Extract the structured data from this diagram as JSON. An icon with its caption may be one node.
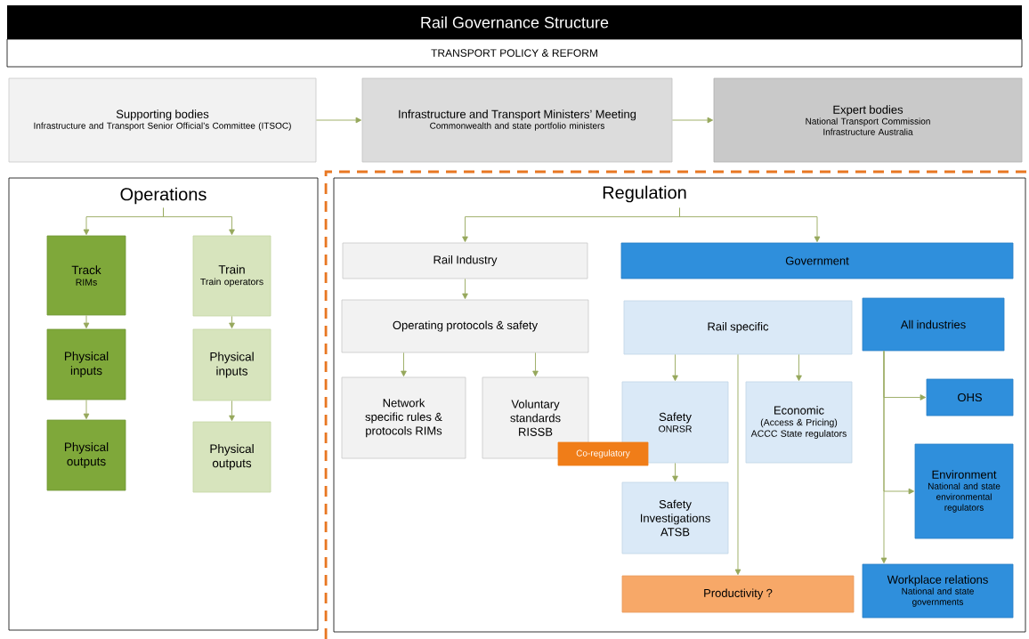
{
  "diagram": {
    "title": "Rail Governance Structure",
    "nodes": [
      {
        "text": [
          "TRANSPORT POLICY & REFORM"
        ]
      },
      {
        "text": [
          "Supporting bodies",
          "Infrastructure and Transport Senior Official’s Committee (ITSOC)"
        ]
      },
      {
        "text": [
          "Infrastructure and Transport Ministers’ Meeting",
          "Commonwealth and state portfolio ministers"
        ]
      },
      {
        "text": [
          "Expert bodies",
          "National Transport Commission Infrastructure Australia"
        ]
      },
      {
        "text": [
          "Operations"
        ]
      },
      {
        "text": [
          "Track",
          "RIMs"
        ],
        "in": 4
      },
      {
        "text": [
          "Physical inputs"
        ],
        "in": 4
      },
      {
        "text": [
          "Physical outputs"
        ],
        "in": 4
      },
      {
        "text": [
          "Train",
          "Train operators"
        ],
        "in": 4
      },
      {
        "text": [
          "Physical inputs"
        ],
        "in": 4
      },
      {
        "text": [
          "Physical outputs"
        ],
        "in": 4
      },
      {
        "text": [
          "Regulation"
        ]
      },
      {
        "text": [
          "Rail Industry"
        ],
        "in": 11
      },
      {
        "text": [
          "Operating protocols & safety"
        ],
        "in": 11
      },
      {
        "text": [
          "Network specific rules & protocols RIMs"
        ],
        "in": 11
      },
      {
        "text": [
          "Voluntary standards RISSB"
        ],
        "in": 11
      },
      {
        "text": [
          "Co-regulatory"
        ],
        "in": 11
      },
      {
        "text": [
          "Government"
        ],
        "in": 11
      },
      {
        "text": [
          "Rail specific"
        ],
        "in": 11
      },
      {
        "text": [
          "Safety",
          "ONRSR"
        ],
        "in": 11
      },
      {
        "text": [
          "Economic",
          "(Access & Pricing) ACCC State regulators"
        ],
        "in": 11
      },
      {
        "text": [
          "Safety Investigations ATSB"
        ],
        "in": 11
      },
      {
        "text": [
          "Productivity ?"
        ],
        "in": 11
      },
      {
        "text": [
          "All industries"
        ],
        "in": 11
      },
      {
        "text": [
          "OHS"
        ],
        "in": 11
      },
      {
        "text": [
          "Environment",
          "National and state environmental regulators"
        ],
        "in": 11
      },
      {
        "text": [
          "Workplace relations",
          "National and state governments"
        ],
        "in": 11
      }
    ],
    "edges": [
      {
        "from": 1,
        "to": 2,
        "arrow": "to"
      },
      {
        "from": 2,
        "to": 3,
        "arrow": "to"
      },
      {
        "from": 4,
        "to": 5,
        "arrow": "to"
      },
      {
        "from": 4,
        "to": 8,
        "arrow": "to"
      },
      {
        "from": 5,
        "to": 6,
        "arrow": "to"
      },
      {
        "from": 6,
        "to": 7,
        "arrow": "to"
      },
      {
        "from": 8,
        "to": 9,
        "arrow": "to"
      },
      {
        "from": 9,
        "to": 10,
        "arrow": "to"
      },
      {
        "from": 11,
        "to": 12,
        "arrow": "to"
      },
      {
        "from": 11,
        "to": 17,
        "arrow": "to"
      },
      {
        "from": 12,
        "to": 13,
        "arrow": "to"
      },
      {
        "from": 13,
        "to": 14,
        "arrow": "to"
      },
      {
        "from": 13,
        "to": 15,
        "arrow": "to"
      },
      {
        "from": 18,
        "to": 19,
        "arrow": "to"
      },
      {
        "from": 18,
        "to": 20,
        "arrow": "to"
      },
      {
        "from": 18,
        "to": 22,
        "arrow": "to"
      },
      {
        "from": 19,
        "to": 21,
        "arrow": "to"
      },
      {
        "from": 23,
        "to": 24,
        "arrow": "to"
      },
      {
        "from": 23,
        "to": 25,
        "arrow": "to"
      },
      {
        "from": 23,
        "to": 26,
        "arrow": "to"
      }
    ]
  }
}
